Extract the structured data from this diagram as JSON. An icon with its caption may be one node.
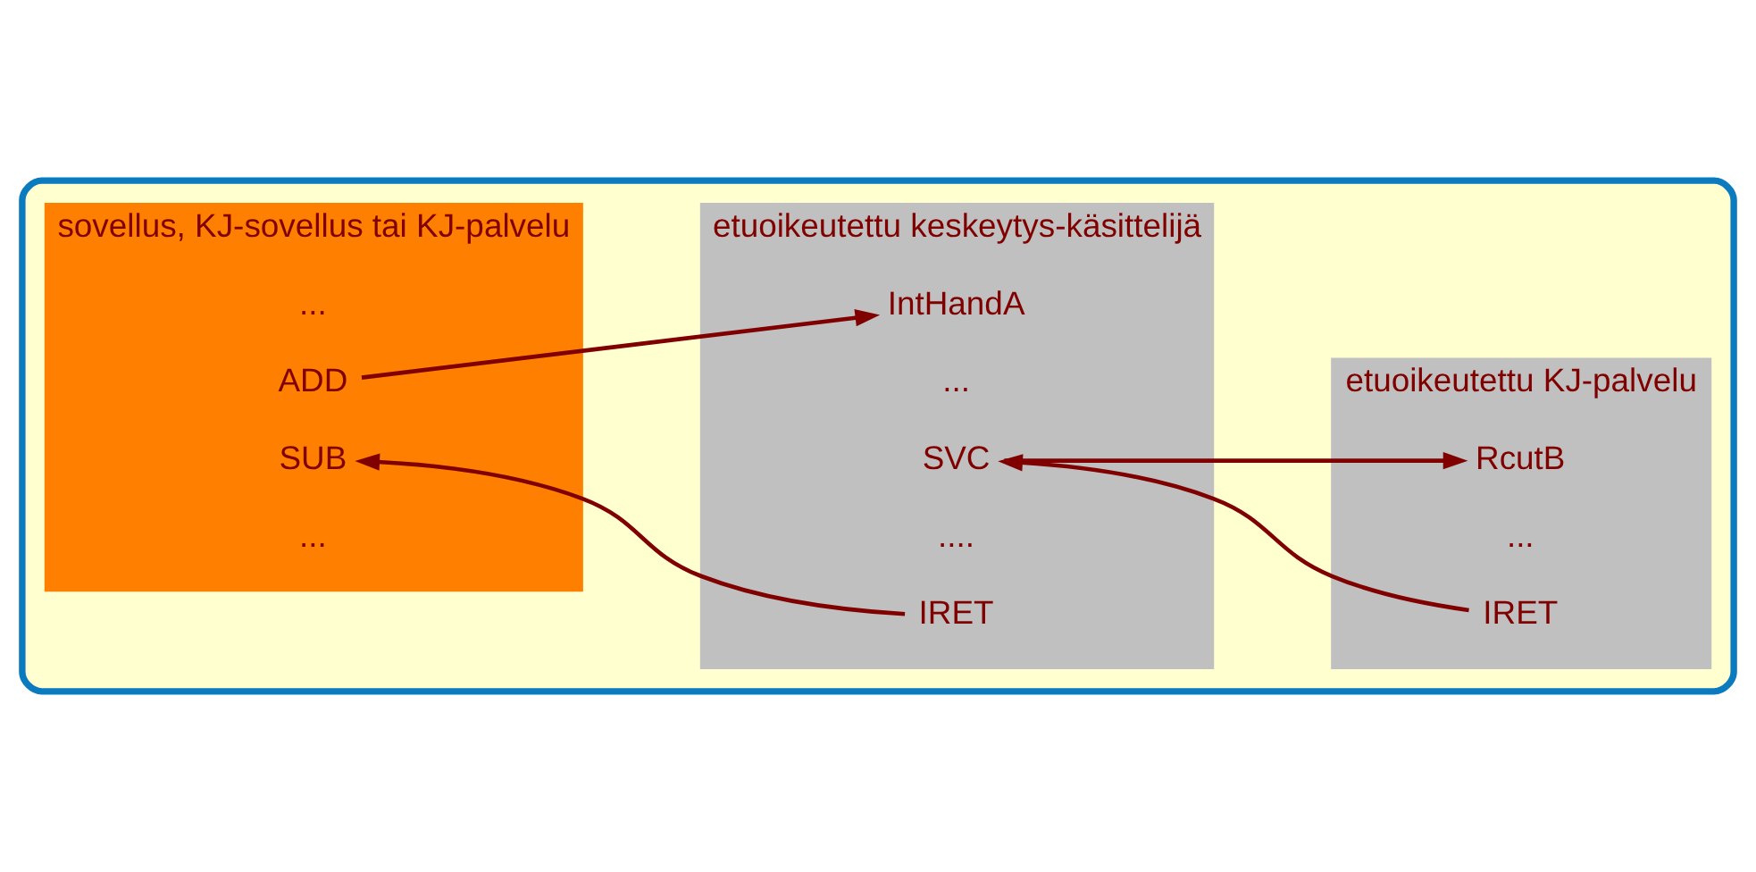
{
  "diagram": {
    "nodes": [
      {
        "text": [],
        "shape": "box"
      },
      {
        "text": [
          "sovellus, KJ-sovellus tai KJ-palvelu"
        ],
        "in": 0
      },
      {
        "text": [
          "ADD"
        ],
        "in": 1
      },
      {
        "text": [
          "SUB"
        ],
        "in": 1
      },
      {
        "text": [
          "etuoikeutettu keskeytys-käsittelijä"
        ],
        "in": 0
      },
      {
        "text": [
          "IntHandA"
        ],
        "in": 4
      },
      {
        "text": [
          "SVC"
        ],
        "in": 4
      },
      {
        "text": [
          "IRET"
        ],
        "in": 4
      },
      {
        "text": [
          "etuoikeutettu KJ-palvelu"
        ],
        "in": 0
      },
      {
        "text": [
          "RcutB"
        ],
        "in": 8
      },
      {
        "text": [
          "IRET"
        ],
        "in": 8
      }
    ],
    "edges": [
      {
        "from": 2,
        "to": 5,
        "arrow": "to"
      },
      {
        "from": 7,
        "to": 3,
        "arrow": "to"
      },
      {
        "from": 6,
        "to": 9,
        "arrow": "to"
      },
      {
        "from": 10,
        "to": 6,
        "arrow": "to"
      }
    ],
    "labels": [
      "...",
      "...",
      "...",
      "....",
      "..."
    ]
  }
}
